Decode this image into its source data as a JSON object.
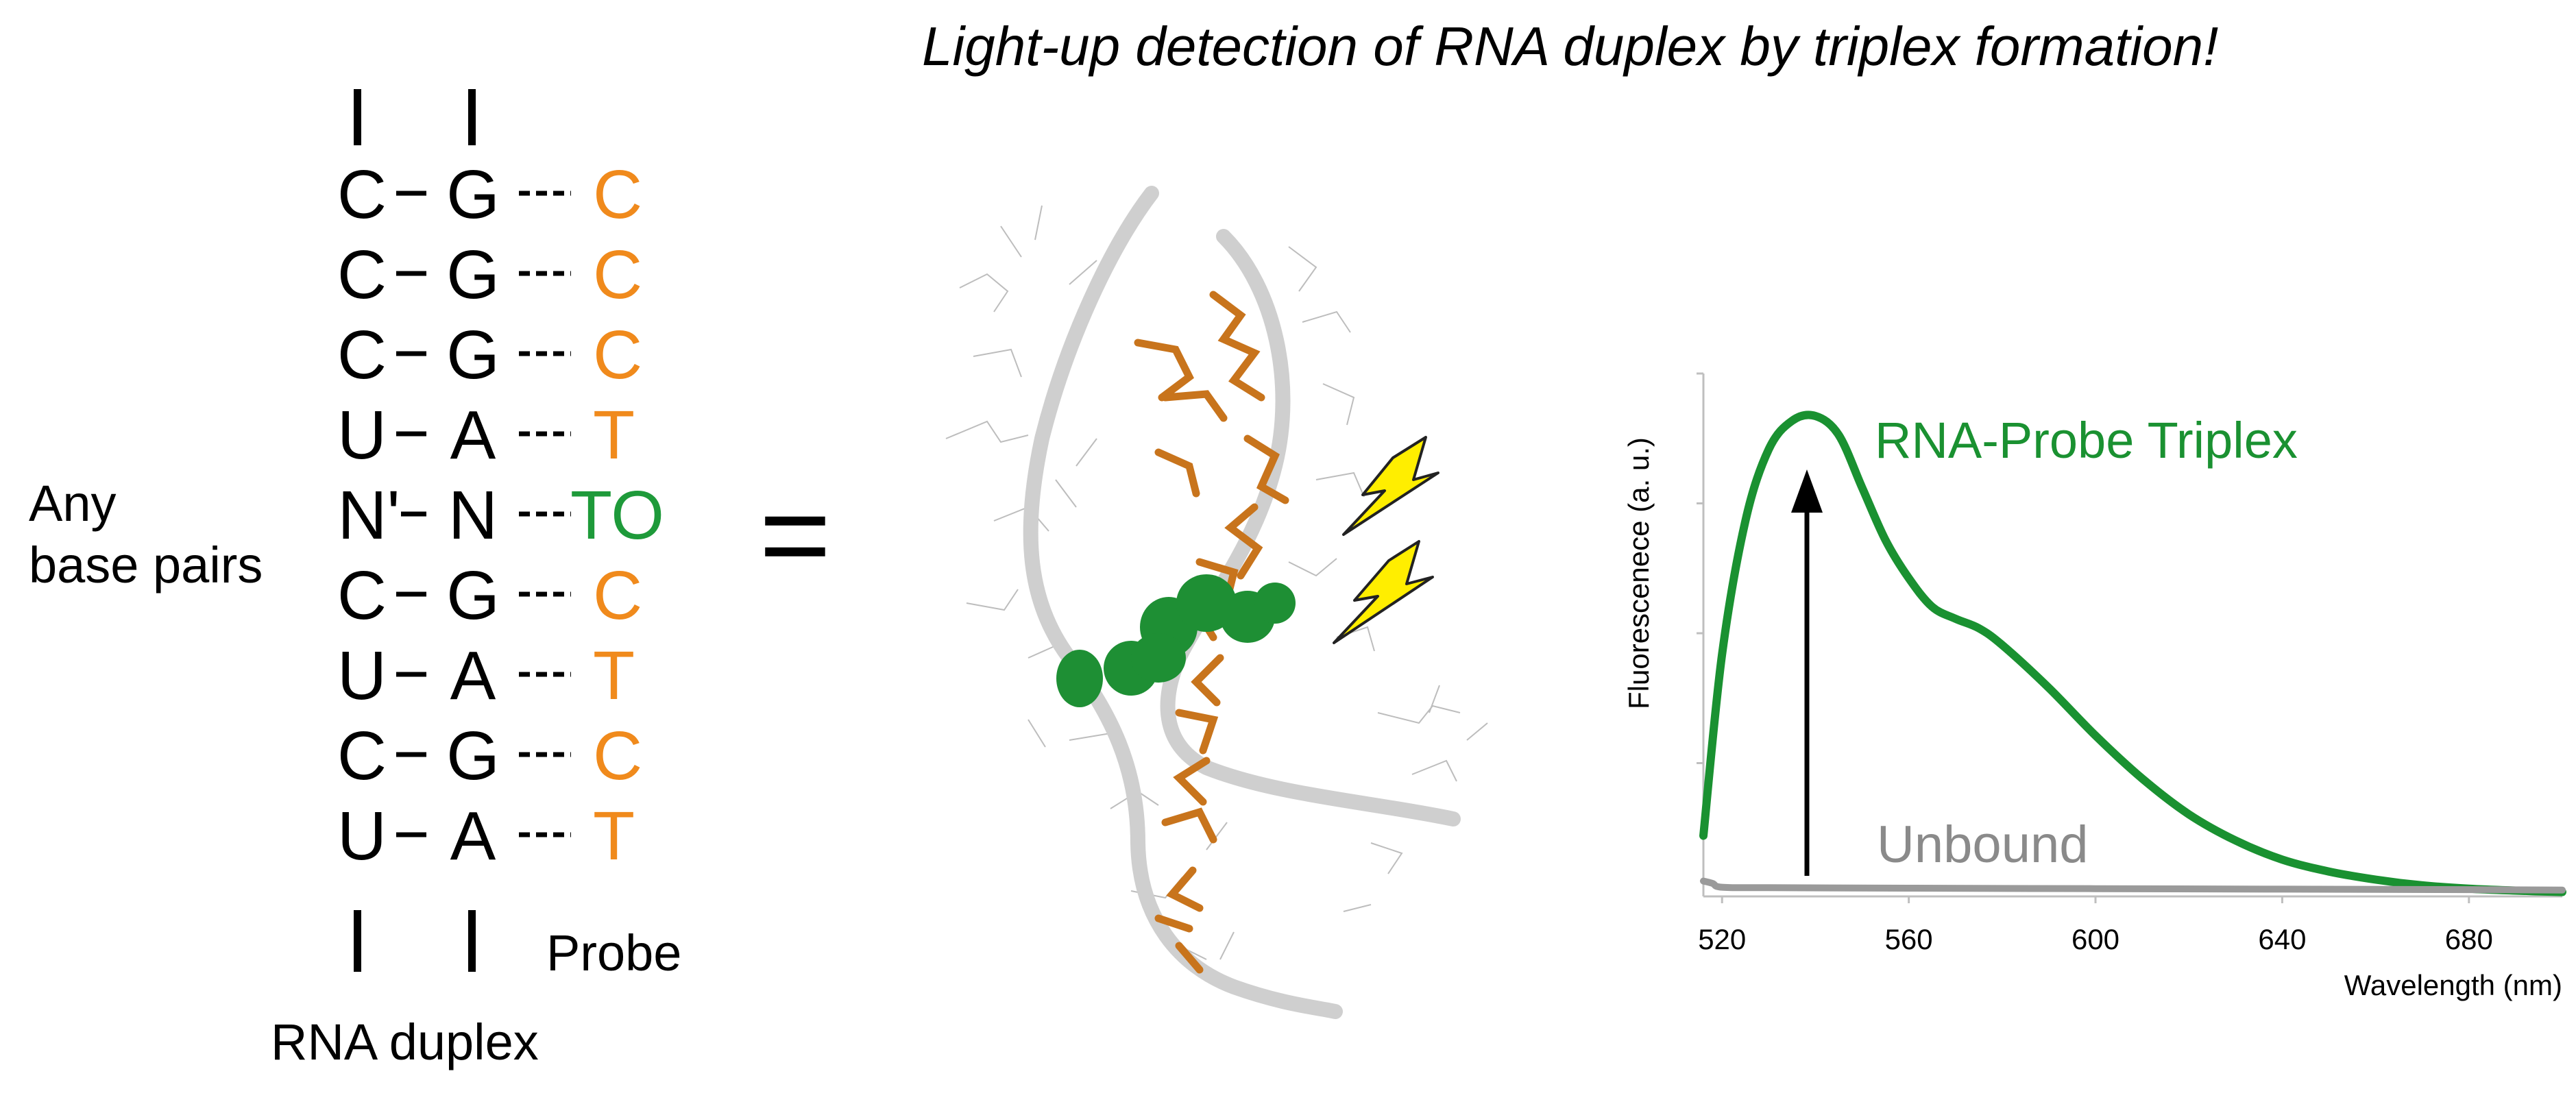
{
  "title": "Light-up detection of RNA duplex by triplex formation!",
  "any_base_pairs": {
    "line1": "Any",
    "line2": "base pairs"
  },
  "duplex_label": "RNA duplex",
  "probe_label": "Probe",
  "equals_sign": "=",
  "colors": {
    "probe": "#f08a1c",
    "to_dye": "#1e9a3a",
    "triplex_curve": "#1a9131",
    "unbound_curve": "#9a9a9a",
    "backbone": "#d9d9d9",
    "bolt": "#ffee00"
  },
  "rows": [
    {
      "left": "C",
      "right": "G",
      "probe": "C",
      "probe_color": "#f08a1c"
    },
    {
      "left": "C",
      "right": "G",
      "probe": "C",
      "probe_color": "#f08a1c"
    },
    {
      "left": "C",
      "right": "G",
      "probe": "C",
      "probe_color": "#f08a1c"
    },
    {
      "left": "U",
      "right": "A",
      "probe": "T",
      "probe_color": "#f08a1c"
    },
    {
      "left": "N'",
      "right": "N",
      "probe": "TO",
      "probe_color": "#1e9a3a"
    },
    {
      "left": "C",
      "right": "G",
      "probe": "C",
      "probe_color": "#f08a1c"
    },
    {
      "left": "U",
      "right": "A",
      "probe": "T",
      "probe_color": "#f08a1c"
    },
    {
      "left": "C",
      "right": "G",
      "probe": "C",
      "probe_color": "#f08a1c"
    },
    {
      "left": "U",
      "right": "A",
      "probe": "T",
      "probe_color": "#f08a1c"
    }
  ],
  "chart_data": {
    "type": "line",
    "xlabel": "Wavelength (nm)",
    "ylabel": "Fluorescenece (a. u.)",
    "xlim": [
      516,
      700
    ],
    "x_ticks": [
      520,
      560,
      600,
      640,
      680
    ],
    "y_ticks_labeled": false,
    "series": [
      {
        "name": "RNA-Probe Triplex",
        "color": "#1a9131",
        "x": [
          516,
          520,
          525,
          530,
          535,
          540,
          545,
          550,
          555,
          560,
          565,
          570,
          575,
          580,
          590,
          600,
          610,
          620,
          630,
          640,
          650,
          660,
          670,
          680,
          690,
          700
        ],
        "y": [
          0.12,
          0.5,
          0.78,
          0.93,
          0.99,
          1.0,
          0.96,
          0.85,
          0.74,
          0.66,
          0.6,
          0.575,
          0.555,
          0.52,
          0.43,
          0.33,
          0.24,
          0.165,
          0.11,
          0.07,
          0.045,
          0.028,
          0.016,
          0.009,
          0.005,
          0.002
        ]
      },
      {
        "name": "Unbound",
        "color": "#9a9a9a",
        "x": [
          516,
          518,
          520,
          530,
          560,
          600,
          640,
          680,
          700
        ],
        "y": [
          0.025,
          0.02,
          0.012,
          0.011,
          0.01,
          0.009,
          0.008,
          0.007,
          0.006
        ]
      }
    ],
    "annotation": "arrow pointing up at emission maximum of the triplex"
  }
}
